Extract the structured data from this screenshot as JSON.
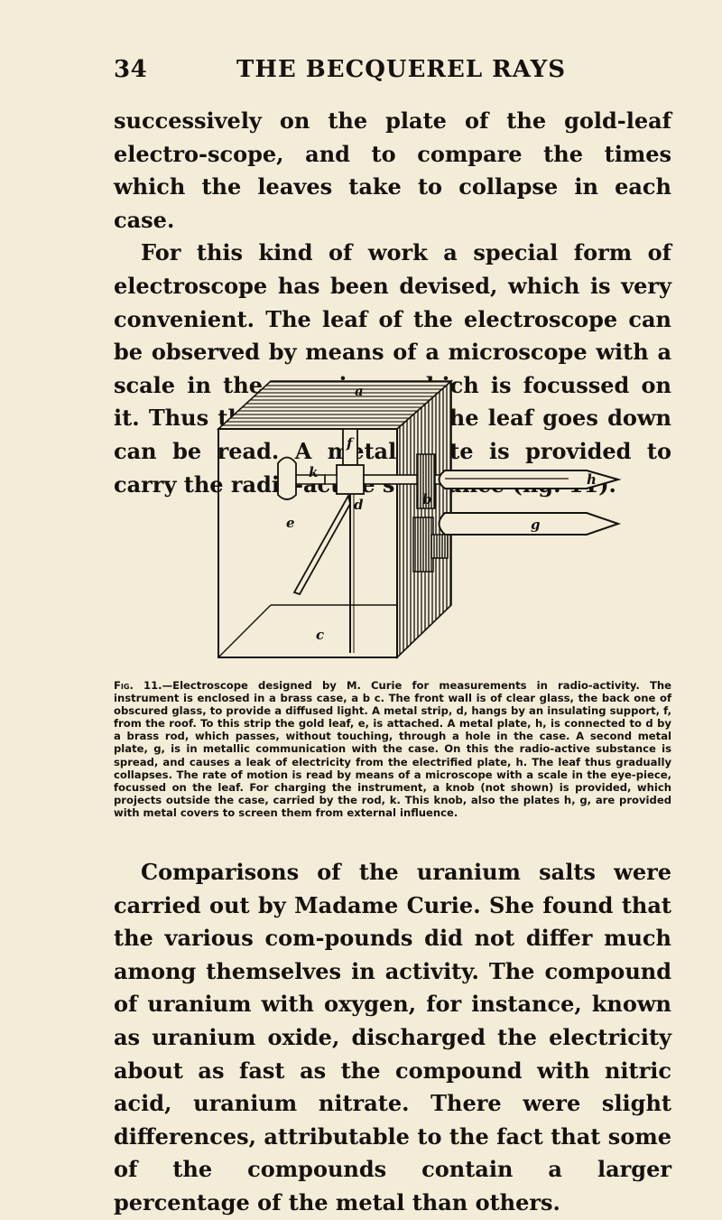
{
  "header": {
    "page_number": "34",
    "running_title": "THE BECQUEREL RAYS"
  },
  "body_top": {
    "paragraph_continued": "successively on the plate of the gold-leaf electro-scope, and to compare the times which the leaves take to collapse in each case.",
    "paragraph_2": "For this kind of work a special form of electroscope has been devised, which is very convenient. The leaf of the electroscope can be observed by means of a microscope with a scale in the eye-piece, which is focussed on it. Thus the rate at which the leaf goes down can be read. A metal plate is provided to carry the radio-active substance (fig. 11)."
  },
  "figure": {
    "labels": {
      "a": "a",
      "b": "b",
      "c": "c",
      "d": "d",
      "e": "e",
      "f": "f",
      "g": "g",
      "h": "h",
      "k": "k"
    },
    "caption_lead": "Fig. 11.",
    "caption_text": "—Electroscope designed by M. Curie for measurements in radio-activity. The instrument is enclosed in a brass case, a b c. The front wall is of clear glass, the back one of obscured glass, to provide a diffused light. A metal strip, d, hangs by an insulating support, f, from the roof. To this strip the gold leaf, e, is attached. A metal plate, h, is connected to d by a brass rod, which passes, without touching, through a hole in the case. A second metal plate, g, is in metallic communication with the case. On this the radio-active substance is spread, and causes a leak of electricity from the electrified plate, h. The leaf thus gradually collapses. The rate of motion is read by means of a microscope with a scale in the eye-piece, focussed on the leaf. For charging the instrument, a knob (not shown) is provided, which projects outside the case, carried by the rod, k. This knob, also the plates h, g, are provided with metal covers to screen them from external influence."
  },
  "body_bottom": {
    "paragraph": "Comparisons of the uranium salts were carried out by Madame Curie. She found that the various com-pounds did not differ much among themselves in activity. The compound of uranium with oxygen, for instance, known as uranium oxide, discharged the electricity about as fast as the compound with nitric acid, uranium nitrate. There were slight differences, attributable to the fact that some of the compounds contain a larger percentage of the metal than others."
  }
}
